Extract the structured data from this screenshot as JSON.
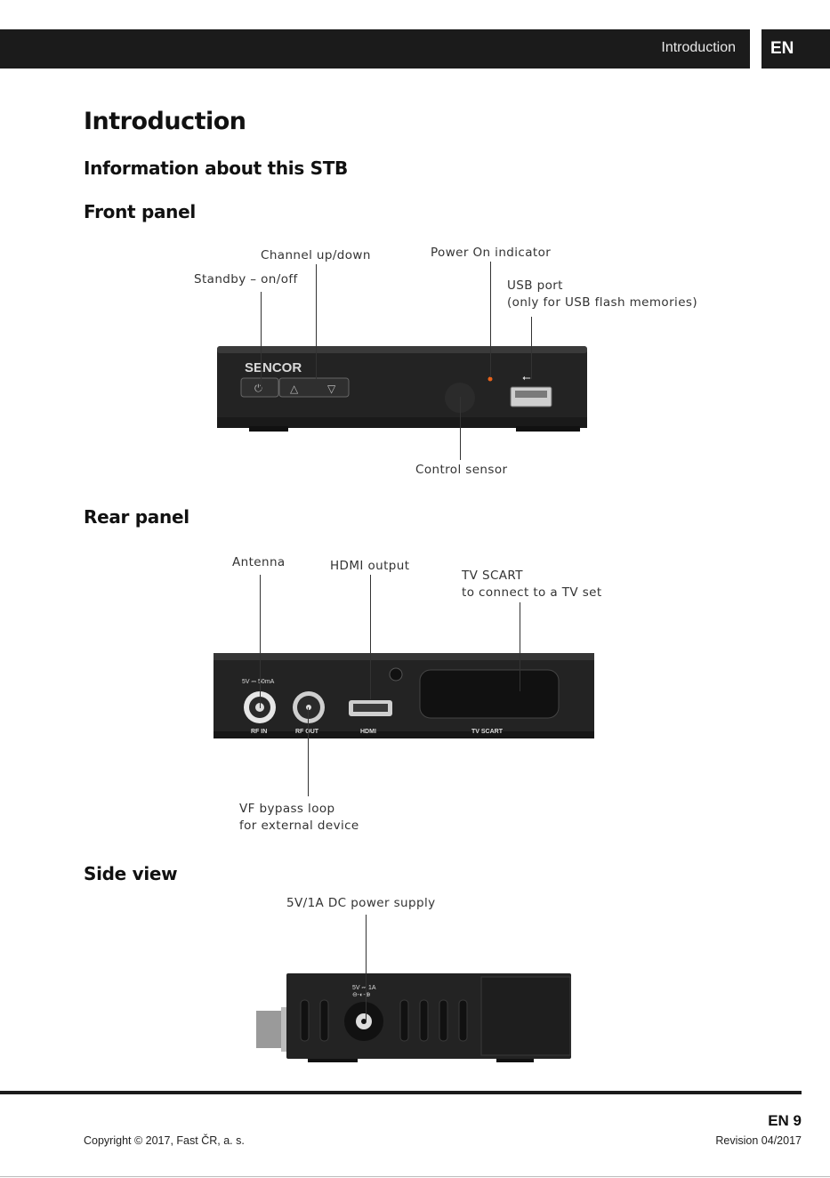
{
  "header": {
    "section_title": "Introduction",
    "language": "EN"
  },
  "page": {
    "title": "Introduction",
    "subtitle": "Information about this STB"
  },
  "front_panel": {
    "heading": "Front panel",
    "labels": {
      "standby": "Standby – on/off",
      "channel": "Channel up/down",
      "power_indicator": "Power On indicator",
      "usb_line1": "USB port",
      "usb_line2": "(only for USB flash memories)",
      "control_sensor": "Control sensor"
    },
    "device_brand": "SENCOR",
    "symbols": {
      "power": "⏻",
      "up": "△",
      "down": "▽",
      "usb": "⭠"
    }
  },
  "rear_panel": {
    "heading": "Rear panel",
    "labels": {
      "antenna": "Antenna",
      "hdmi_output": "HDMI output",
      "scart_line1": "TV SCART",
      "scart_line2": "to connect to a TV set",
      "bypass_line1": "VF bypass loop",
      "bypass_line2": "for external device"
    },
    "printed": {
      "power_rating": "5V ⎓ 50mA",
      "rf_in": "RF IN",
      "rf_out": "RF OUT",
      "hdmi": "HDMI",
      "tv_scart": "TV SCART"
    }
  },
  "side_view": {
    "heading": "Side view",
    "labels": {
      "dc_supply": "5V/1A DC power supply"
    },
    "printed": {
      "dc_rating": "5V ⎓ 1A",
      "polarity": "⊖-◐-⊕"
    }
  },
  "footer": {
    "copyright": "Copyright © 2017, Fast ČR, a. s.",
    "page_number": "EN 9",
    "revision": "Revision 04/2017"
  }
}
